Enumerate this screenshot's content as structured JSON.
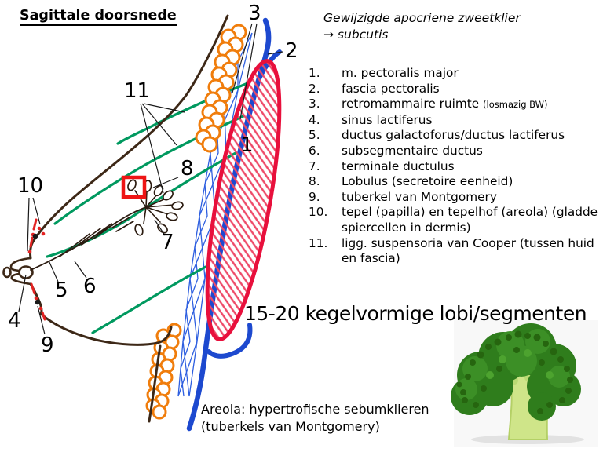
{
  "slide": {
    "title": "Sagittale doorsnede",
    "subtitle": {
      "line1": "Gewijzigde apocriene zweetklier",
      "line2": "→ subcutis"
    },
    "legend": {
      "items": [
        {
          "num": "1.",
          "text": "m. pectoralis major"
        },
        {
          "num": "2.",
          "text": "fascia pectoralis"
        },
        {
          "num": "3.",
          "text": "retromammaire ruimte",
          "note": "(losmazig BW)"
        },
        {
          "num": "4.",
          "text": "sinus lactiferus"
        },
        {
          "num": "5.",
          "text": "ductus galactoforus/ductus lactiferus"
        },
        {
          "num": "6.",
          "text": "subsegmentaire ductus"
        },
        {
          "num": "7.",
          "text": "terminale ductulus"
        },
        {
          "num": "8.",
          "text": "Lobulus (secretoire eenheid)"
        },
        {
          "num": "9.",
          "text": "tuberkel van Montgomery"
        },
        {
          "num": "10.",
          "text": "tepel (papilla) en tepelhof (areola) (gladde spiercellen in dermis)"
        },
        {
          "num": "11.",
          "text": "ligg. suspensoria van Cooper (tussen huid en fascia)"
        }
      ]
    },
    "callout": "15-20 kegelvormige lobi/segmenten",
    "footer": {
      "line1": "Areola: hypertrofische sebumklieren",
      "line2": "(tuberkels van Montgomery)"
    },
    "diagram": {
      "labels": [
        "1",
        "2",
        "3",
        "4",
        "5",
        "6",
        "7",
        "8",
        "9",
        "10",
        "11"
      ],
      "colors": {
        "skin": "#3d2817",
        "fat_lobules": "#f07d0c",
        "cooper_ligaments": "#00995f",
        "fascia_pectoralis": "#1d49cf",
        "retromammary_hatch": "#2e5fe0",
        "pectoralis_muscle": "#e8103c",
        "highlight_box": "#ee1515",
        "areola_marks": "#e32222"
      },
      "illustration": "broccoli"
    }
  }
}
